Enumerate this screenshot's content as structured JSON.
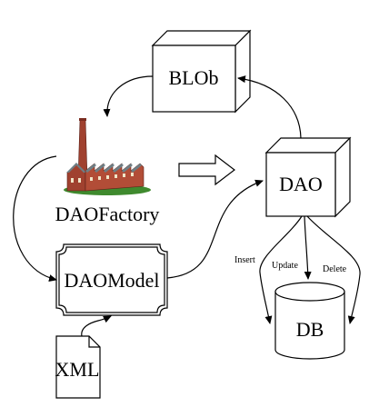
{
  "nodes": {
    "blob": "BLOb",
    "dao": "DAO",
    "dao_factory": "DAOFactory",
    "dao_model": "DAOModel",
    "xml": "XML",
    "db": "DB"
  },
  "edge_labels": {
    "insert": "Insert",
    "update": "Update",
    "delete": "Delete"
  },
  "icons": {
    "factory": "factory-icon",
    "big_arrow": "block-arrow-right-icon"
  },
  "colors": {
    "stroke": "#000000",
    "background": "#ffffff",
    "factory_brick": "#a0412f",
    "factory_roof": "#6e7f86",
    "grass": "#3f8a2e"
  }
}
